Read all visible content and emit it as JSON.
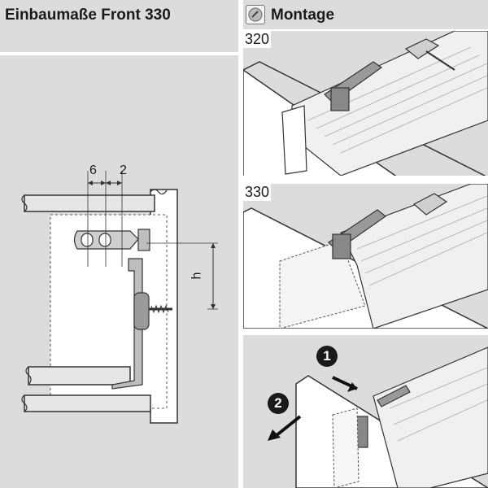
{
  "left": {
    "title": "Einbaumaße Front 330",
    "dims": [
      "6",
      "2",
      "h"
    ]
  },
  "right": {
    "title": "Montage",
    "icon": "wrench-round-icon",
    "panels": [
      {
        "label": "320"
      },
      {
        "label": "330"
      },
      {
        "steps": [
          "1",
          "2"
        ]
      }
    ]
  },
  "colors": {
    "header": "#dcdcdc",
    "panel_bg": "#dcdcdc",
    "step_badge": "#1a1a1a"
  }
}
